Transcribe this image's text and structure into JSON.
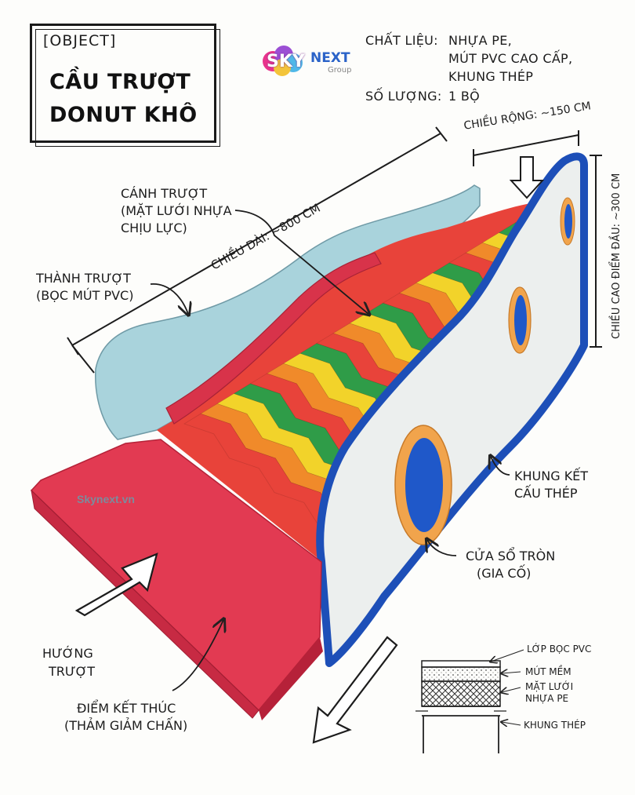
{
  "title": {
    "tag": "[OBJECT]",
    "line1": "CẦU TRƯỢT",
    "line2": "DONUT KHÔ"
  },
  "logo": {
    "sky": "SKY",
    "next": "NEXT",
    "group": "Group"
  },
  "specs": {
    "material_label": "CHẤT LIỆU:",
    "material_1": "NHỰA PE,",
    "material_2": "MÚT PVC CAO CẤP,",
    "material_3": "KHUNG THÉP",
    "quantity_label": "SỐ LƯỢNG:",
    "quantity_value": "1 BỘ"
  },
  "dimensions": {
    "width": "CHIỀU RỘNG: ~150 CM",
    "length": "CHIỀU DÀI: ~800 CM",
    "height": "CHIỀU CAO ĐIỂM ĐẦU: ~300 CM"
  },
  "labels": {
    "slide_surface_1": "CÁNH TRƯỢT",
    "slide_surface_2": "(MẶT LƯỚI NHỰA",
    "slide_surface_3": "CHỊU LỰC)",
    "side_wall_1": "THÀNH TRƯỢT",
    "side_wall_2": "(BỌC MÚT PVC)",
    "steel_frame_1": "KHUNG KẾT",
    "steel_frame_2": "CẤU THÉP",
    "window_1": "CỬA SỔ TRÒN",
    "window_2": "(GIA CỐ)",
    "direction_1": "HƯỚNG",
    "direction_2": "TRƯỢT",
    "end_point_1": "ĐIỂM KẾT THÚC",
    "end_point_2": "(THẢM GIẢM CHẤN)"
  },
  "watermark": "Skynext.vn",
  "cross_section": {
    "layer_1": "LỚP BỌC PVC",
    "layer_2": "MÚT MỀM",
    "layer_3a": "MẶT LƯỚI",
    "layer_3b": "NHỰA PE",
    "layer_4": "KHUNG THÉP"
  },
  "colors": {
    "red_mat": "#e23a52",
    "blue_trim": "#1d4fb8",
    "side_panel": "#a9d3dc",
    "white_panel": "#ecefee",
    "window_ring": "#f1a44c",
    "stripe_red": "#e8433a",
    "stripe_orange": "#f08a2a",
    "stripe_yellow": "#f2d32a",
    "stripe_green": "#2f9c48"
  }
}
